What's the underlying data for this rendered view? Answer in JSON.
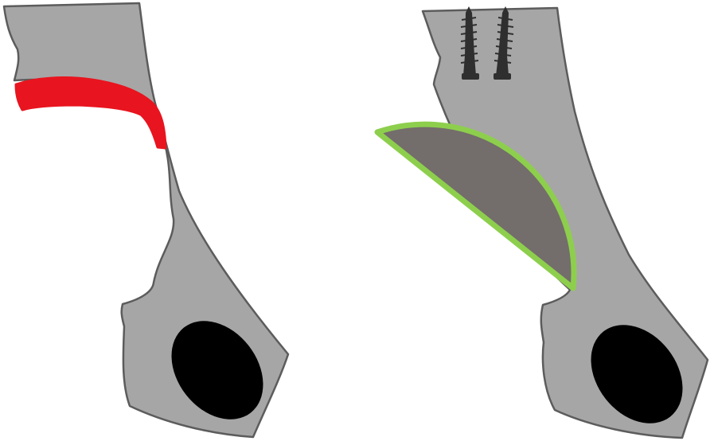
{
  "figure": {
    "panels": [
      {
        "id": "left-panel",
        "pieces": [
          "pelvis-bone",
          "acetabular-defect-marking",
          "obturator-foramen"
        ]
      },
      {
        "id": "right-panel",
        "pieces": [
          "pelvis-bone",
          "screw",
          "screw",
          "bone-graft",
          "obturator-foramen"
        ]
      }
    ]
  },
  "colors": {
    "bone_fill": "#a6a6a6",
    "bone_outline": "#5c5c5c",
    "defect_marking": "#e8141f",
    "graft_fill": "#736d6b",
    "graft_outline": "#8dcf4d",
    "foramen": "#000000",
    "screw": "#2f2f2f",
    "background": "#ffffff"
  }
}
